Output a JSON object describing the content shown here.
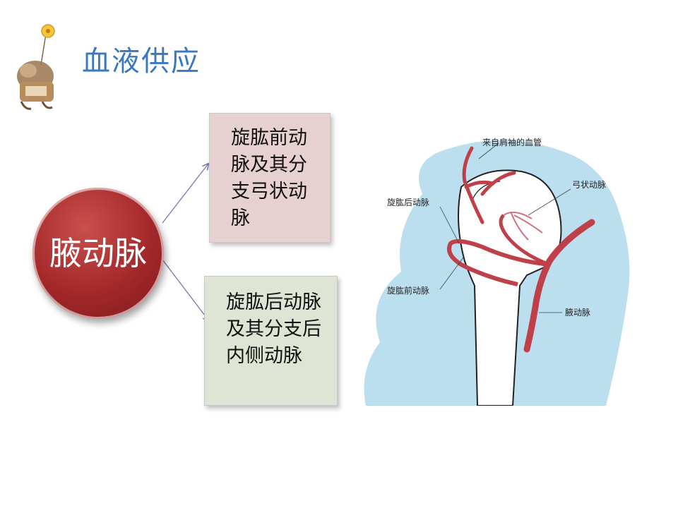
{
  "title": "血液供应",
  "center_node": {
    "label": "腋动脉"
  },
  "branches": [
    {
      "label": "旋肱前动脉及其分支弓状动脉",
      "color": "#e6d0d0"
    },
    {
      "label": "旋肱后动脉及其分支后内侧动脉",
      "color": "#dfe5d4"
    }
  ],
  "figure": {
    "labels": {
      "from_shoulder": "来自肩袖的血管",
      "arcuate": "弓状动脉",
      "posterior_circumflex": "旋肱后动脉",
      "anterior_circumflex": "旋肱前动脉",
      "axillary": "腋动脉"
    }
  },
  "colors": {
    "title": "#3a78c0",
    "node": "#a3282a",
    "artery": "#c0404a",
    "background_tissue": "#bcdff0"
  }
}
